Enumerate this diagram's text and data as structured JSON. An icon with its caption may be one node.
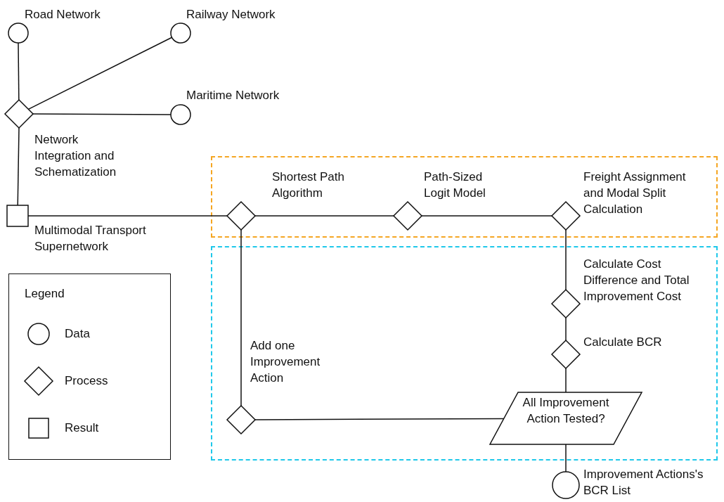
{
  "diagram": {
    "nodes": [
      {
        "text": [
          "Road Network"
        ]
      },
      {
        "text": [
          "Railway Network"
        ]
      },
      {
        "text": [
          "Maritime Network"
        ]
      },
      {
        "text": [
          "Network Integration and Schematization"
        ]
      },
      {
        "text": [
          "Multimodal Transport Supernetwork"
        ]
      },
      {
        "text": [],
        "shape": "box"
      },
      {
        "text": [],
        "shape": "box"
      },
      {
        "text": [
          "Shortest Path Algorithm"
        ],
        "in": 5
      },
      {
        "text": [
          "Path-Sized Logit Model"
        ],
        "in": 5
      },
      {
        "text": [
          "Freight Assignment and Modal Split Calculation"
        ],
        "in": 5
      },
      {
        "text": [
          "Calculate Cost Difference and Total Improvement Cost"
        ],
        "in": 6
      },
      {
        "text": [
          "Calculate BCR"
        ],
        "in": 6
      },
      {
        "text": [
          "All Improvement Action Tested?"
        ],
        "in": 6
      },
      {
        "text": [
          "Add one Improvement Action"
        ],
        "in": 6
      },
      {
        "text": [
          "Improvement Actions's BCR List"
        ]
      }
    ],
    "edges": [
      {
        "from": 0,
        "to": 3,
        "arrow": "none"
      },
      {
        "from": 1,
        "to": 3,
        "arrow": "none"
      },
      {
        "from": 3,
        "to": 2,
        "arrow": "none"
      },
      {
        "from": 3,
        "to": 4,
        "arrow": "none"
      },
      {
        "from": 4,
        "to": 7,
        "arrow": "none"
      },
      {
        "from": 7,
        "to": 8,
        "arrow": "none"
      },
      {
        "from": 8,
        "to": 9,
        "arrow": "none"
      },
      {
        "from": 9,
        "to": 10,
        "arrow": "none"
      },
      {
        "from": 10,
        "to": 11,
        "arrow": "none"
      },
      {
        "from": 11,
        "to": 12,
        "arrow": "none"
      },
      {
        "from": 12,
        "to": 13,
        "arrow": "none"
      },
      {
        "from": 13,
        "to": 7,
        "arrow": "none"
      },
      {
        "from": 12,
        "to": 14,
        "arrow": "none"
      }
    ],
    "labels": [
      "Legend"
    ],
    "legend": [
      {
        "text": "Data"
      },
      {
        "text": "Process"
      },
      {
        "text": "Result"
      }
    ]
  }
}
